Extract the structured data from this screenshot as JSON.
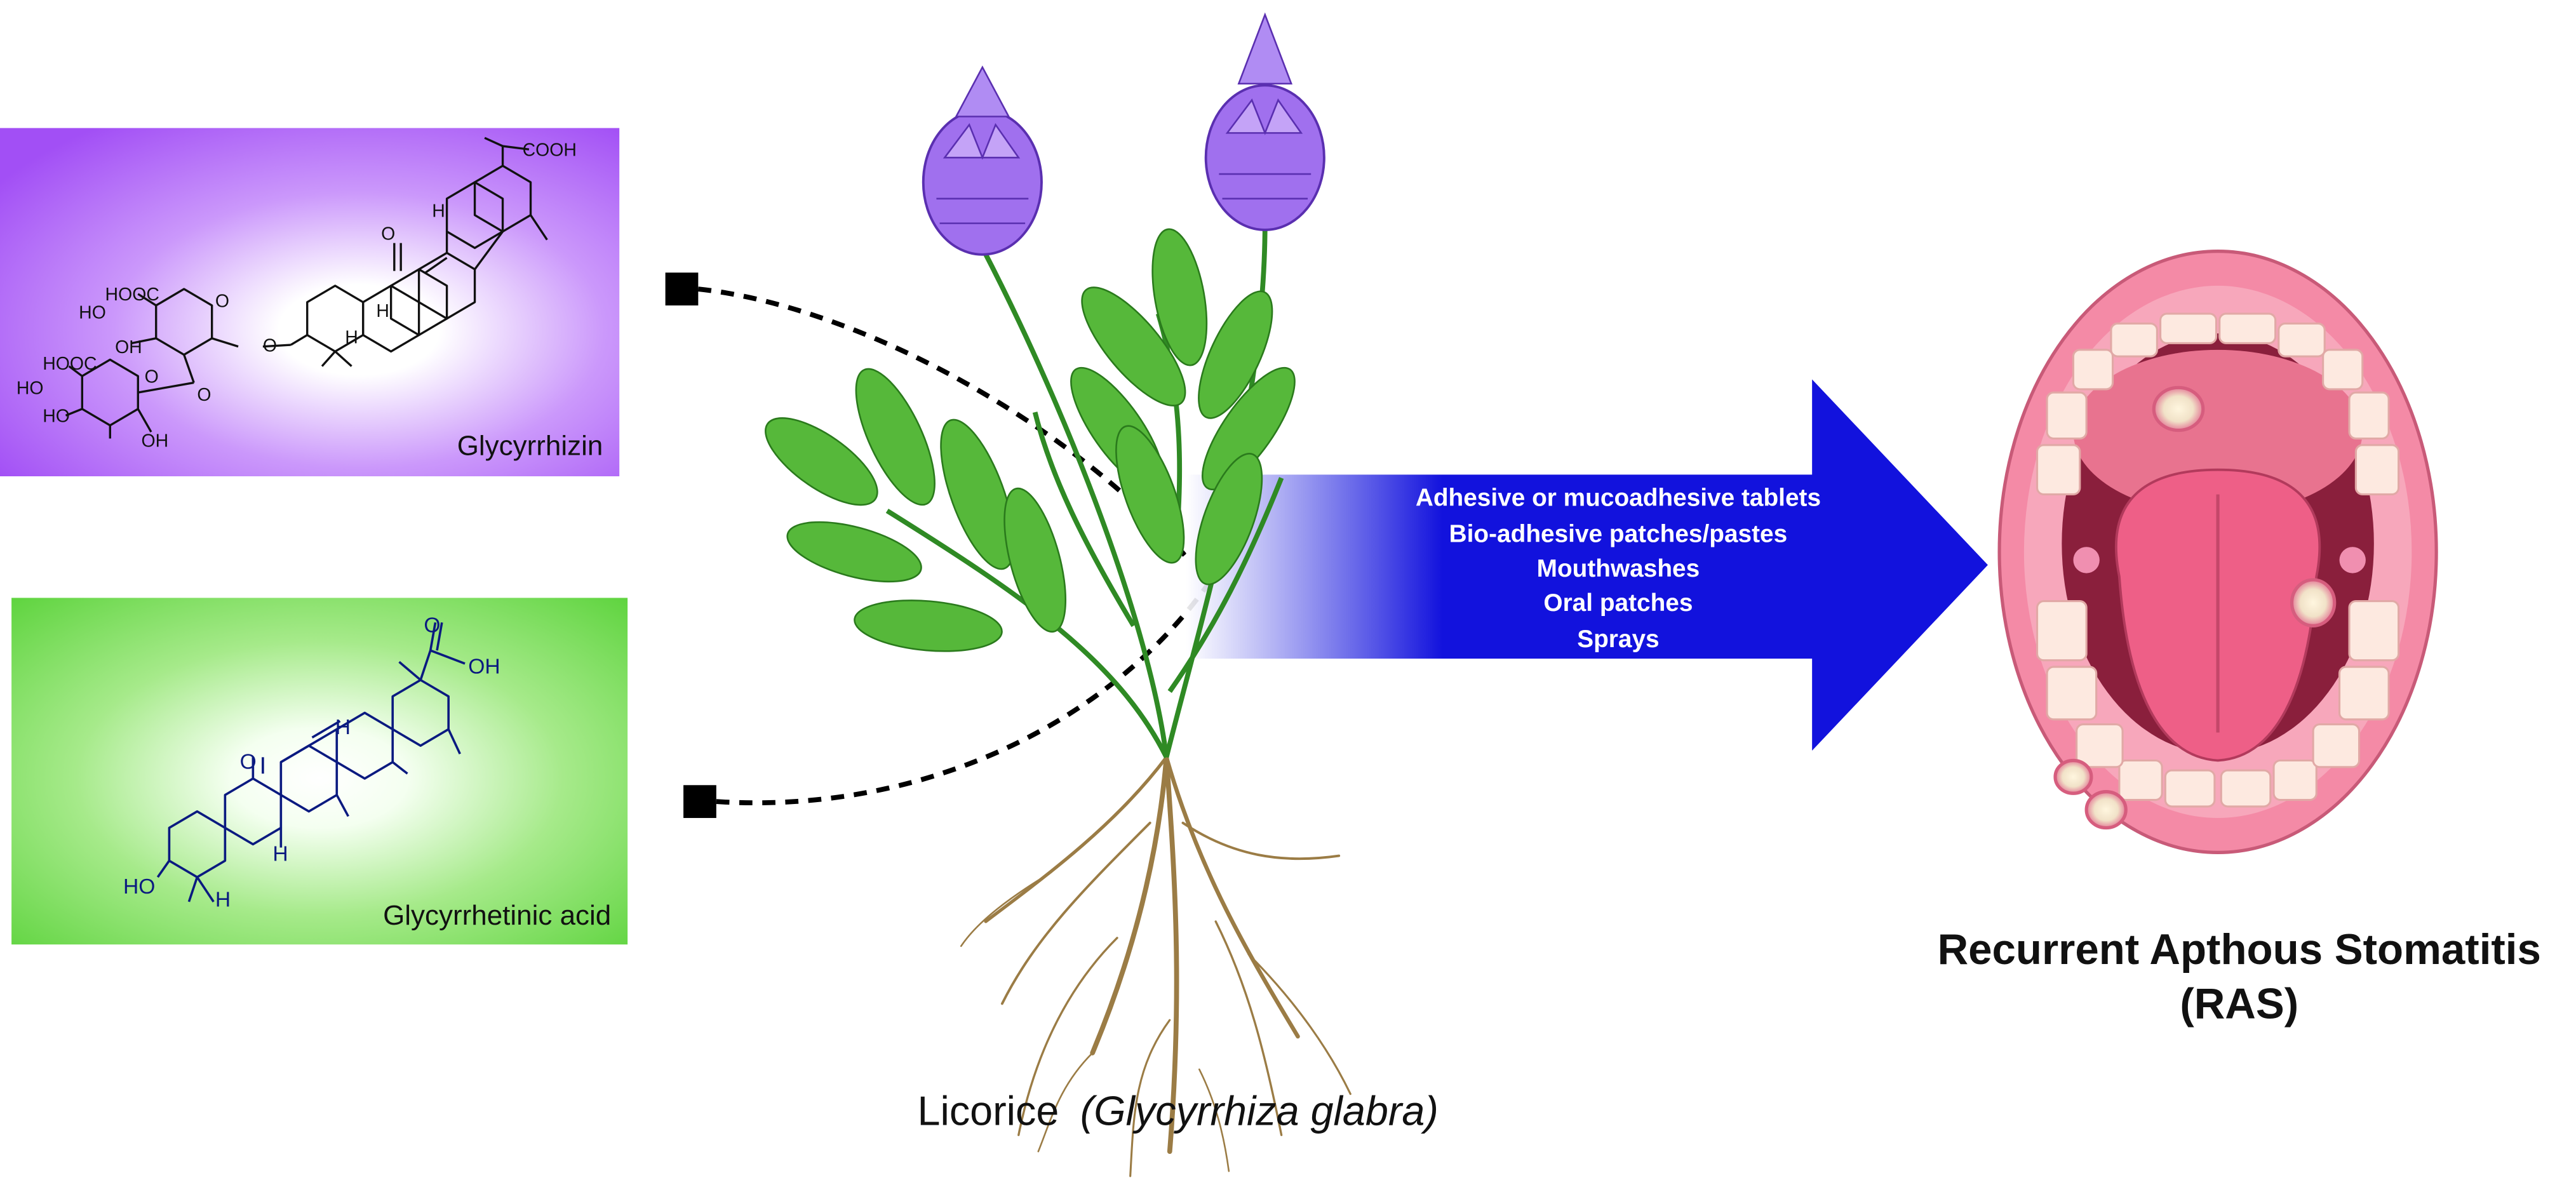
{
  "compounds": {
    "glycyrrhizin": {
      "name": "Glycyrrhizin",
      "atoms": {
        "cooh": "COOH",
        "ketone_o": "O",
        "h1": "H",
        "h2": "H",
        "h3": "H",
        "hooc1": "HOOC",
        "hooc2": "HOOC",
        "ho1": "HO",
        "ho2": "HO",
        "ho3": "HO",
        "oh1": "OH",
        "oh2": "OH",
        "o_ring1": "O",
        "o_ring2": "O",
        "o_link1": "O",
        "o_link2": "O"
      },
      "colors": {
        "box_edge": "#a24ff5",
        "box_center": "#ffffff",
        "bond": "#111111"
      }
    },
    "glycyrrhetinic_acid": {
      "name": "Glycyrrhetinic acid",
      "atoms": {
        "carbonyl_o": "O",
        "oh": "OH",
        "ketone_o": "O",
        "h1": "H",
        "h2": "H",
        "h3": "H",
        "ho": "HO"
      },
      "colors": {
        "box_edge": "#5fd43f",
        "box_center": "#ffffff",
        "bond": "#0a1a80"
      }
    }
  },
  "plant": {
    "label_common": "Licorice",
    "label_scientific": "(Glycyrrhiza glabra)",
    "colors": {
      "flower": "#a070ee",
      "leaf": "#56b83a",
      "stem": "#2f8a24",
      "root": "#9b7c45"
    }
  },
  "arrow": {
    "formulations": [
      "Adhesive or mucoadhesive tablets",
      "Bio-adhesive patches/pastes",
      "Mouthwashes",
      "Oral patches",
      "Sprays"
    ],
    "color": "#1212dd"
  },
  "condition": {
    "title_line1": "Recurrent Apthous Stomatitis",
    "title_line2": "(RAS)",
    "colors": {
      "lips": "#f48aa6",
      "tongue": "#ee5f87",
      "cavity": "#8a1f3c",
      "teeth": "#fde9e0"
    }
  }
}
